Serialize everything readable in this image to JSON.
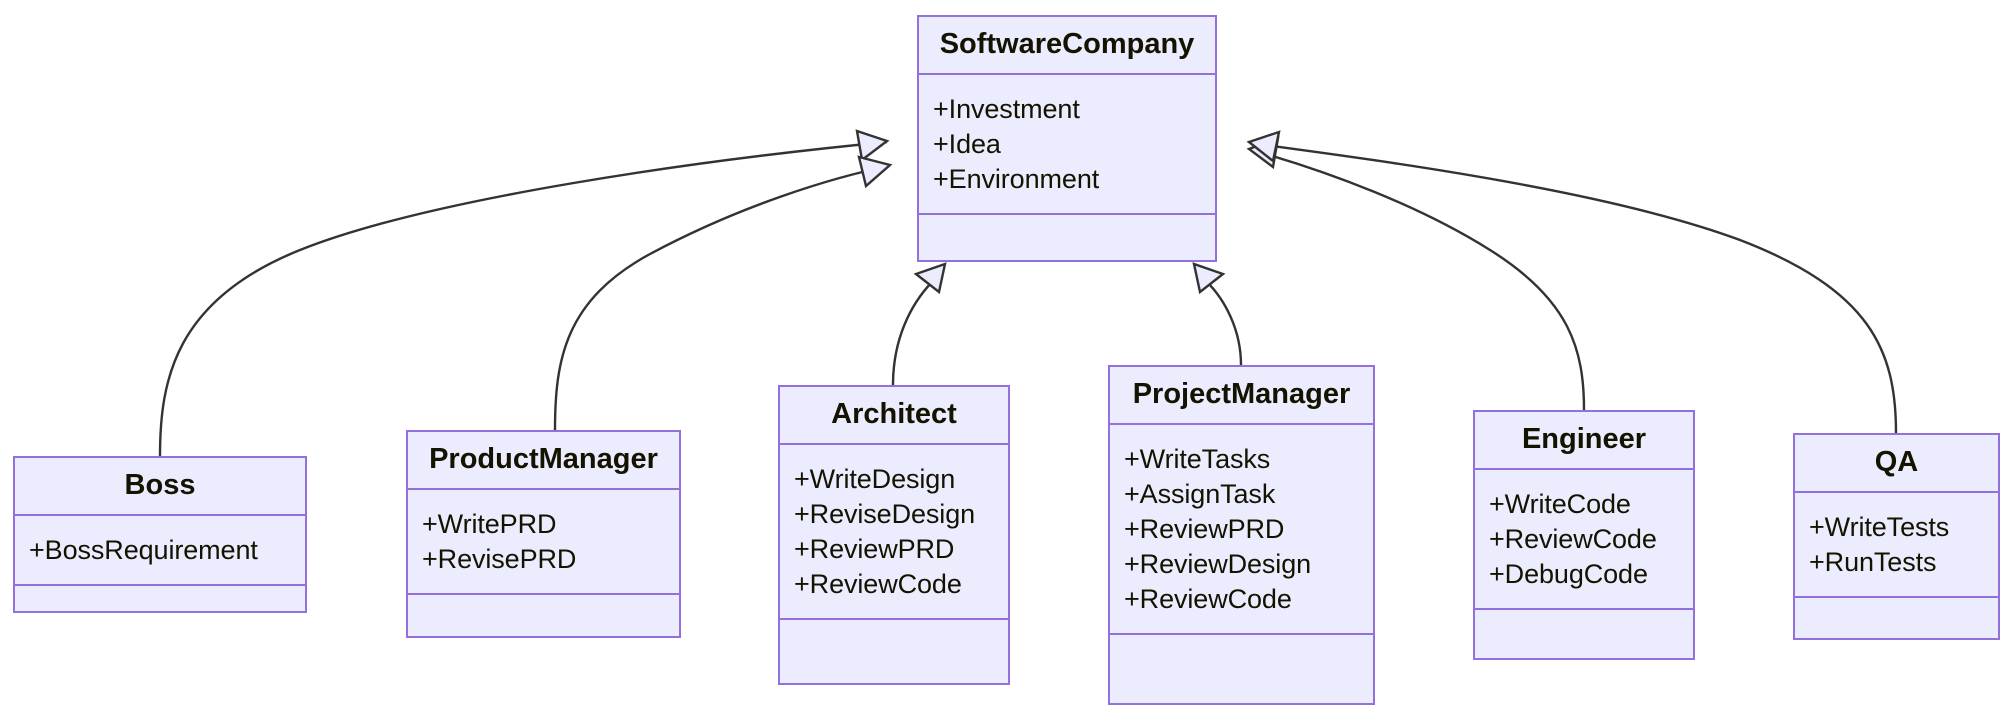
{
  "diagram": {
    "type": "uml-class-diagram",
    "title": "SoftwareCompany class hierarchy",
    "colors": {
      "node_fill": "#ECECFF",
      "node_border": "#9370DB",
      "text": "#131300",
      "edge_stroke": "#333333",
      "arrowhead_fill": "#ECECFF",
      "background": "#FFFFFF"
    },
    "relationship_type": "generalization",
    "classes": [
      {
        "id": "software-company",
        "name": "SoftwareCompany",
        "members": [
          "+Investment",
          "+Idea",
          "+Environment"
        ],
        "methods": []
      },
      {
        "id": "boss",
        "name": "Boss",
        "members": [
          "+BossRequirement"
        ],
        "methods": []
      },
      {
        "id": "product-manager",
        "name": "ProductManager",
        "members": [
          "+WritePRD",
          "+RevisePRD"
        ],
        "methods": []
      },
      {
        "id": "architect",
        "name": "Architect",
        "members": [
          "+WriteDesign",
          "+ReviseDesign",
          "+ReviewPRD",
          "+ReviewCode"
        ],
        "methods": []
      },
      {
        "id": "project-manager",
        "name": "ProjectManager",
        "members": [
          "+WriteTasks",
          "+AssignTask",
          "+ReviewPRD",
          "+ReviewDesign",
          "+ReviewCode"
        ],
        "methods": []
      },
      {
        "id": "engineer",
        "name": "Engineer",
        "members": [
          "+WriteCode",
          "+ReviewCode",
          "+DebugCode"
        ],
        "methods": []
      },
      {
        "id": "qa",
        "name": "QA",
        "members": [
          "+WriteTests",
          "+RunTests"
        ],
        "methods": []
      }
    ],
    "edges": [
      {
        "from": "boss",
        "to": "software-company",
        "kind": "generalization"
      },
      {
        "from": "product-manager",
        "to": "software-company",
        "kind": "generalization"
      },
      {
        "from": "architect",
        "to": "software-company",
        "kind": "generalization"
      },
      {
        "from": "project-manager",
        "to": "software-company",
        "kind": "generalization"
      },
      {
        "from": "engineer",
        "to": "software-company",
        "kind": "generalization"
      },
      {
        "from": "qa",
        "to": "software-company",
        "kind": "generalization"
      }
    ]
  }
}
